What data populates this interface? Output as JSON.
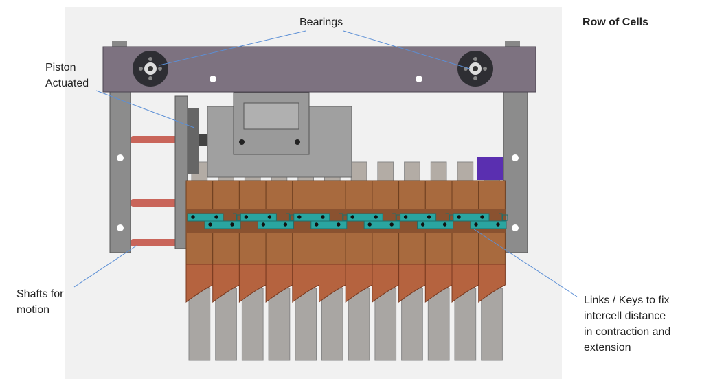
{
  "title": "Row of Cells",
  "labels": {
    "bearings": "Bearings",
    "piston": "Piston\nActuated",
    "shafts": "Shafts for\nmotion",
    "links": "Links / Keys to fix\nintercell distance\nin contraction and\nextension"
  },
  "colors": {
    "frame_top": "#7d7280",
    "plate": "#8c8c8c",
    "cell": "#a86a3e",
    "link": "#2aa5a0",
    "leader": "#5b8fd6"
  }
}
